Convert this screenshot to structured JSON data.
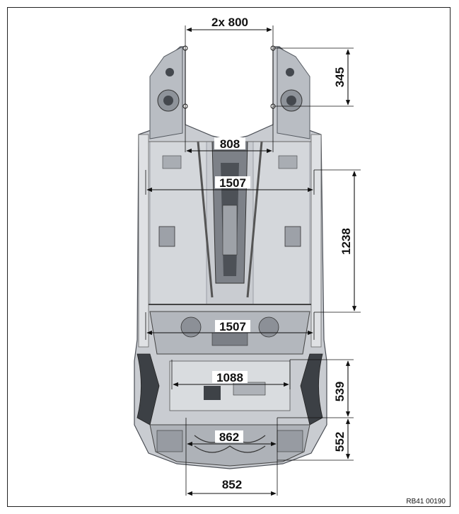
{
  "diagram": {
    "reference_code": "RB41 00190",
    "dimensions": {
      "top_width": "2x 800",
      "top_height": "345",
      "width_808": "808",
      "width_1507_front": "1507",
      "height_1238": "1238",
      "width_1507_rear": "1507",
      "width_1088": "1088",
      "height_539": "539",
      "width_862": "862",
      "height_552": "552",
      "bottom_width": "852"
    },
    "colors": {
      "body_fill": "#c9ccd1",
      "body_dark": "#6d7178",
      "body_light": "#e6e8eb",
      "line": "#111111"
    }
  }
}
